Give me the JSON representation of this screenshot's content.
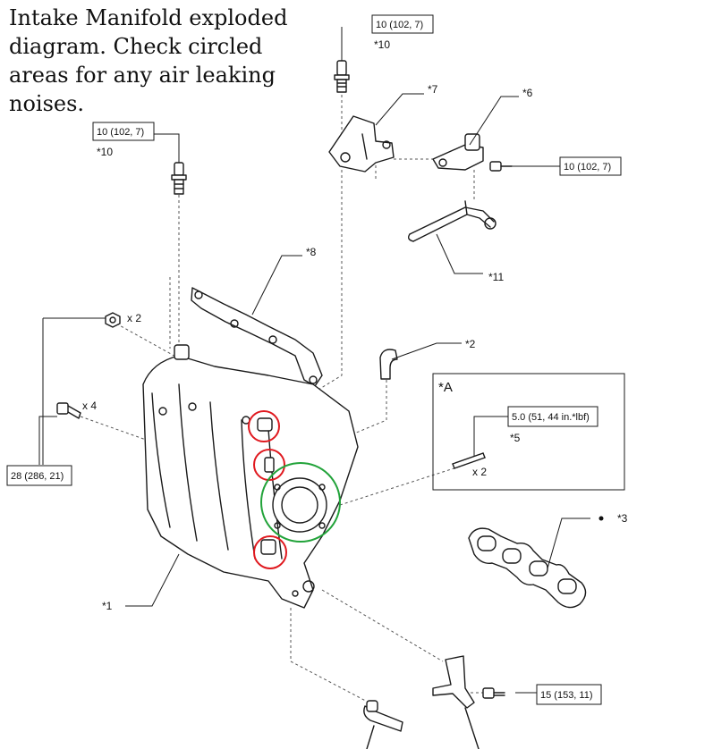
{
  "caption": {
    "lines": [
      "Intake Manifold exploded",
      "diagram. Check circled",
      "areas for any air leaking",
      "noises."
    ]
  },
  "torque_boxes": {
    "top_right_bolt": "10 (102, 7)",
    "left_upper_bolt": "10 (102, 7)",
    "right_bracket_bolt": "10 (102, 7)",
    "manifold_bolts": "28 (286, 21)",
    "stud_in_detail": "5.0 (51, 44 in.*lbf)",
    "bottom_bracket_bolt": "15 (153, 11)"
  },
  "part_labels": {
    "p10_top": "*10",
    "p10_left": "*10",
    "p7": "*7",
    "p6": "*6",
    "p11": "*11",
    "p8": "*8",
    "p2": "*2",
    "pA": "*A",
    "p5": "*5",
    "p3": "*3",
    "p1": "*1"
  },
  "quantities": {
    "nuts": "x 2",
    "bolts": "x 4",
    "studs": "x 2"
  },
  "colors": {
    "leak_check_circle": "#e0191f",
    "throttle_circle": "#22a33a",
    "line": "#1a1a1a"
  }
}
